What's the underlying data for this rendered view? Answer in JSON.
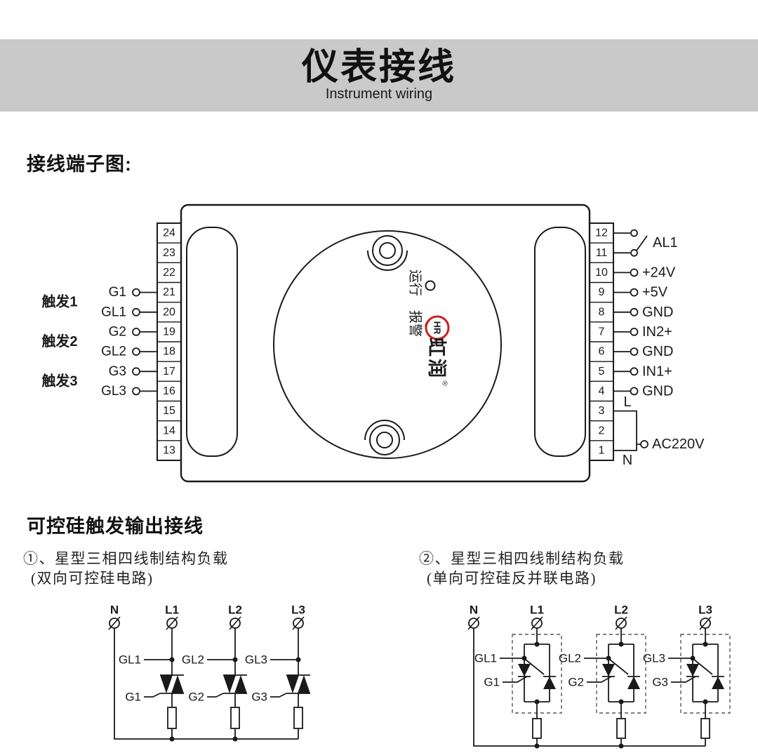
{
  "colors": {
    "banner": "#c9c9c9",
    "ink": "#1a1a1a",
    "logo_red": "#c8201e"
  },
  "header": {
    "title": "仪表接线",
    "subtitle": "Instrument wiring"
  },
  "sections": {
    "terminal": "接线端子图:",
    "scr": "可控硅触发输出接线"
  },
  "device": {
    "left_terminals": [
      "24",
      "23",
      "22",
      "21",
      "20",
      "19",
      "18",
      "17",
      "16",
      "15",
      "14",
      "13"
    ],
    "right_terminals": [
      "12",
      "11",
      "10",
      "9",
      "8",
      "7",
      "6",
      "5",
      "4",
      "3",
      "2",
      "1"
    ],
    "trigger_groups": [
      {
        "label": "触发1",
        "g": "G1",
        "gl": "GL1"
      },
      {
        "label": "触发2",
        "g": "G2",
        "gl": "GL2"
      },
      {
        "label": "触发3",
        "g": "G3",
        "gl": "GL3"
      }
    ],
    "indicators": {
      "run": "运行",
      "alarm": "报警"
    },
    "logo": {
      "emblem": "HR",
      "name": "虹润",
      "reg": "®"
    },
    "right_pins": {
      "al1": "AL1",
      "rows": [
        "+24V",
        "+5V",
        "GND",
        "IN2+",
        "GND",
        "IN1+",
        "GND"
      ],
      "line": "L",
      "neutral": "N",
      "ac": "AC220V"
    }
  },
  "circuit1": {
    "title": "①、星型三相四线制结构负载",
    "subtitle": "(双向可控硅电路)",
    "phases": [
      "N",
      "L1",
      "L2",
      "L3"
    ],
    "gl": [
      "GL1",
      "GL2",
      "GL3"
    ],
    "g": [
      "G1",
      "G2",
      "G3"
    ]
  },
  "circuit2": {
    "title": "②、星型三相四线制结构负载",
    "subtitle": "(单向可控硅反并联电路)",
    "phases": [
      "N",
      "L1",
      "L2",
      "L3"
    ],
    "gl": [
      "GL1",
      "GL2",
      "GL3"
    ],
    "g": [
      "G1",
      "G2",
      "G3"
    ]
  }
}
